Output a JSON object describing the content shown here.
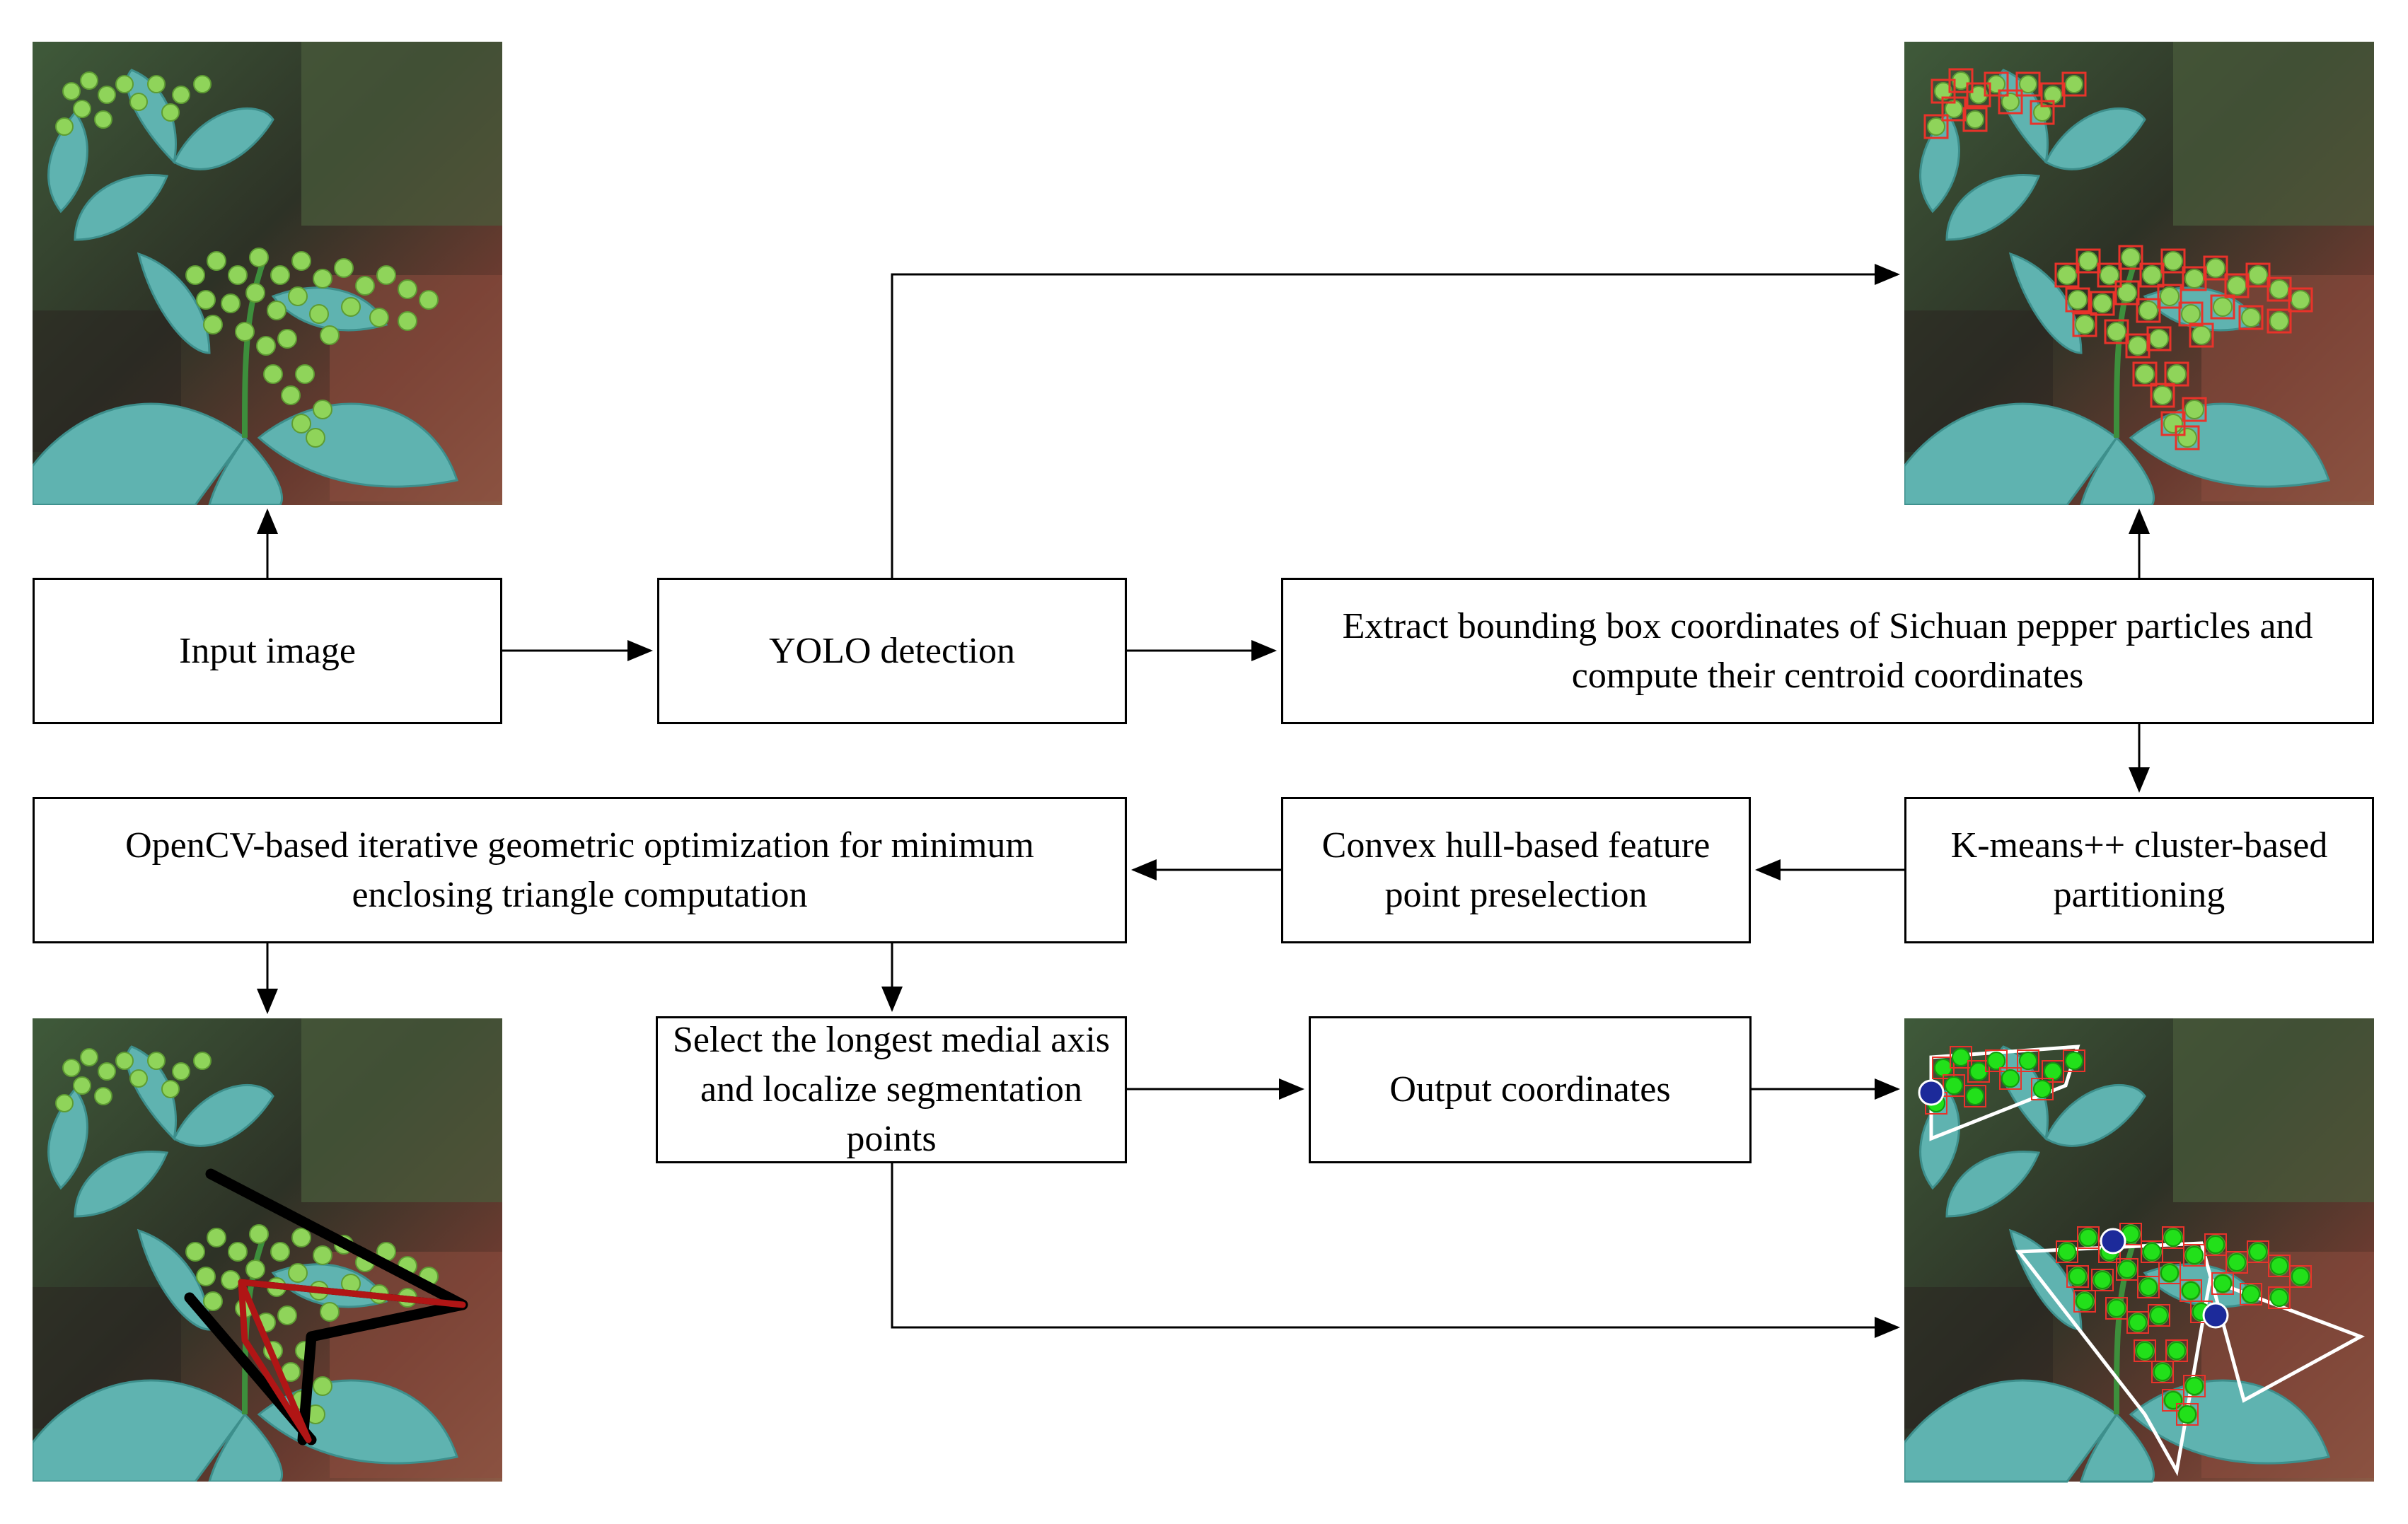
{
  "nodes": {
    "input_image": "Input image",
    "yolo_detection": "YOLO detection",
    "extract_bbox": "Extract bounding box coordinates of Sichuan pepper particles and compute their centroid coordinates",
    "kmeans": "K-means++ cluster-based partitioning",
    "convex_hull": "Convex hull-based feature point preselection",
    "opencv_triangle": "OpenCV-based iterative geometric optimization for minimum enclosing triangle computation",
    "medial_axis": "Select the longest medial axis and localize segmentation points",
    "output_coordinates": "Output coordinates"
  },
  "images": {
    "input": "photo of Sichuan pepper cluster on branch",
    "detection": "YOLO detection result with red bounding boxes",
    "triangle": "minimum enclosing triangles drawn in black and red",
    "result": "centroids in green with segmentation points in blue"
  },
  "colors": {
    "box_stroke": "#000000",
    "detection_box": "#e8332a",
    "centroid": "#22e01a",
    "segmentation_point": "#1c2a9a",
    "triangle_outer": "#000000",
    "triangle_inner": "#b01515",
    "hull": "#ffffff"
  }
}
